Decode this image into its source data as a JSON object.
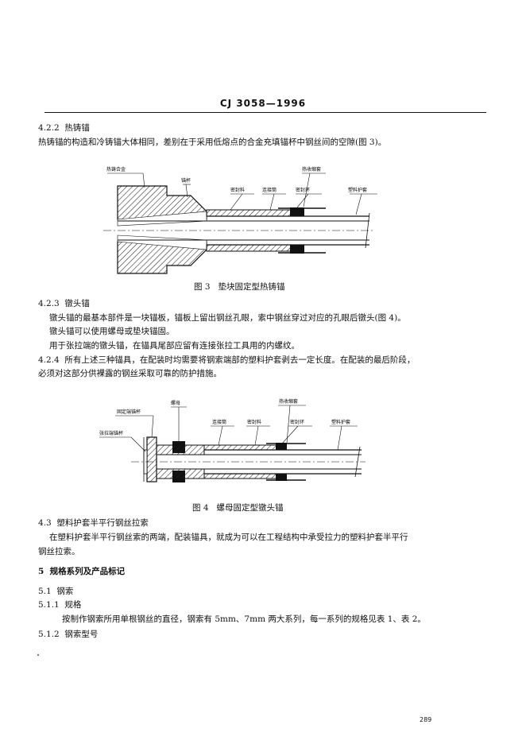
{
  "header": {
    "standard": "CJ  3058—1996"
  },
  "s422": {
    "num": "4.2.2",
    "title": "热铸锚",
    "p1": "热铸锚的构造和冷铸锚大体相同，差别在于采用低熔点的合金充填锚杯中钢丝间的空隙(图 3)。"
  },
  "fig3": {
    "labels": {
      "alloy": "热铸合金",
      "cup": "锚杯",
      "sealant": "密封料",
      "connector": "连接筒",
      "shrink": "热收缩套",
      "seal_ring": "密封环",
      "sheath": "塑料护套"
    },
    "caption_num": "图 3",
    "caption": "垫块固定型热铸锚"
  },
  "s423": {
    "num": "4.2.3",
    "title": "镦头锚",
    "p1": "镦头锚的最基本部件是一块锚板，锚板上留出钢丝孔眼，索中钢丝穿过对应的孔眼后镦头(图 4)。",
    "p2": "镦头锚可以使用螺母或垫块锚固。",
    "p3": "用于张拉端的镦头锚，在锚具尾部应留有连接张拉工具用的内螺纹。"
  },
  "s424": {
    "num": "4.2.4",
    "p1": "所有上述三种锚具，在配装时均需要将钢索端部的塑料护套剥去一定长度。在配装的最后阶段，",
    "p2": "必须对这部分供裸露的钢丝采取可靠的防护措施。"
  },
  "fig4": {
    "labels": {
      "fixed_end": "固定端锚杯",
      "nut": "螺母",
      "tension_end": "张拉端锚杯",
      "connector": "连接筒",
      "sealant": "密封料",
      "shrink": "热收缩套",
      "seal_ring": "密封环",
      "sheath": "塑料护套"
    },
    "caption_num": "图 4",
    "caption": "螺母固定型镦头锚"
  },
  "s43": {
    "num": "4.3",
    "title": "塑料护套半平行钢丝拉索",
    "p1": "在塑料护套半平行钢丝索的两端，配装锚具，就成为可以在工程结构中承受拉力的塑料护套半平行",
    "p2": "钢丝拉索。"
  },
  "s5": {
    "num": "5",
    "title": "规格系列及产品标记"
  },
  "s51": {
    "num": "5.1",
    "title": "钢索"
  },
  "s511": {
    "num": "5.1.1",
    "title": "规格",
    "p1": "按制作钢索所用单根钢丝的直径，钢索有 5mm、7mm 两大系列，每一系列的规格见表 1、表 2。"
  },
  "s512": {
    "num": "5.1.2",
    "title": "钢索型号"
  },
  "page_number": "289"
}
